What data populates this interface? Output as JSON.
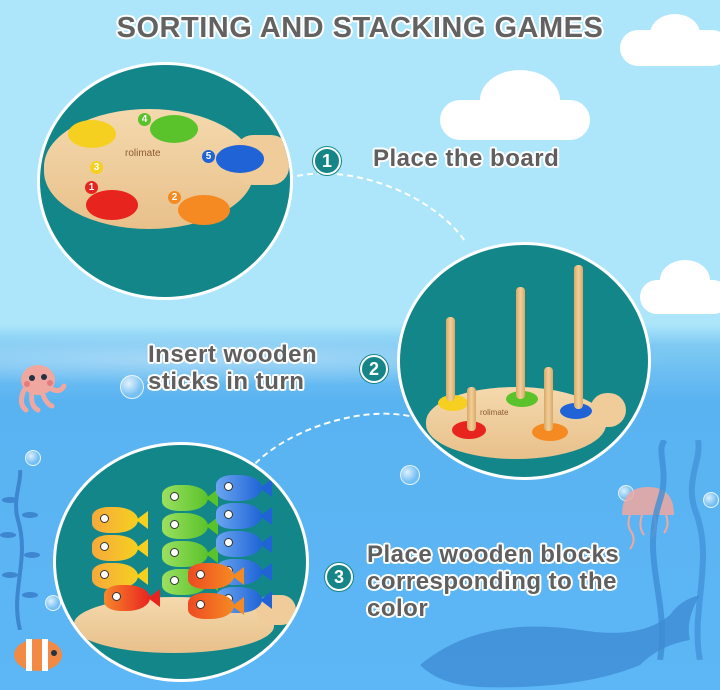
{
  "title": "SORTING AND STACKING GAMES",
  "steps": [
    {
      "number": "1",
      "text": "Place the board"
    },
    {
      "number": "2",
      "lines": [
        "Insert wooden",
        "sticks in turn"
      ]
    },
    {
      "number": "3",
      "lines": [
        "Place wooden blocks",
        "corresponding to the",
        "color"
      ]
    }
  ],
  "board": {
    "brand": "rolimate",
    "slots": [
      {
        "number": "1",
        "color": "#e8241f"
      },
      {
        "number": "2",
        "color": "#f58a22"
      },
      {
        "number": "3",
        "color": "#f5d020"
      },
      {
        "number": "4",
        "color": "#5ac22a"
      },
      {
        "number": "5",
        "color": "#1f63d6"
      }
    ]
  },
  "colors": {
    "sky": "#ade6fb",
    "water": "#5db6f5",
    "circle": "#13868a",
    "text": "#5f5f5f"
  }
}
